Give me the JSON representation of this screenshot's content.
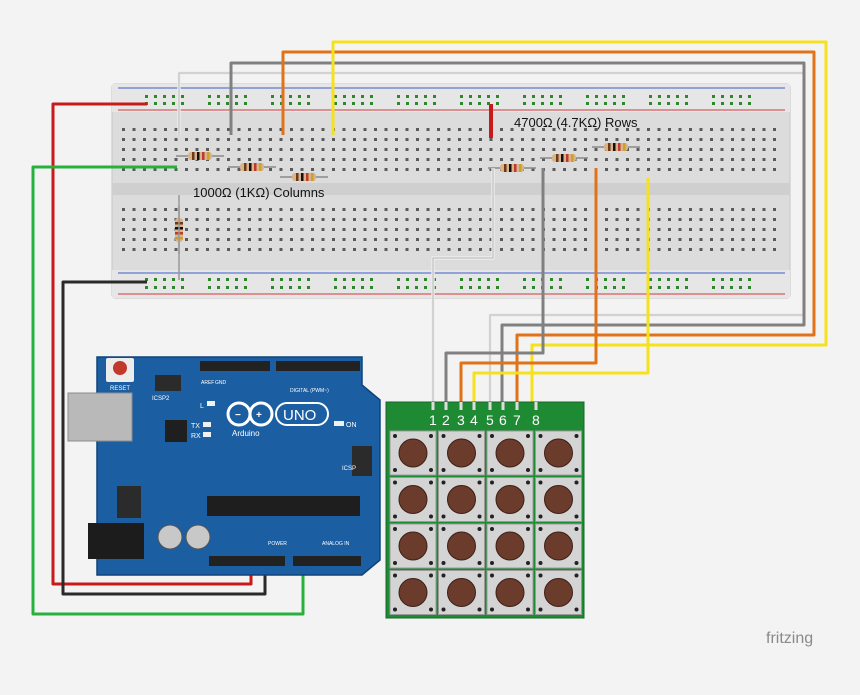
{
  "annotations": {
    "columns_label": "1000Ω (1KΩ) Columns",
    "rows_label": "4700Ω (4.7KΩ) Rows"
  },
  "arduino": {
    "reset_label": "RESET",
    "icsp2_label": "ICSP2",
    "brand_word": "Arduino",
    "model_word": "UNO",
    "on_label": "ON",
    "tx_label": "TX",
    "rx_label": "RX",
    "l_label": "L",
    "digital_label": "DIGITAL (PWM~)",
    "power_label": "POWER",
    "analog_label": "ANALOG IN",
    "icsp_label": "ICSP",
    "aref_label": "AREF",
    "gnd_label": "GND"
  },
  "keypad": {
    "pins": [
      "1",
      "2",
      "3",
      "4",
      "5",
      "6",
      "7",
      "8"
    ],
    "rows": 4,
    "cols": 4
  },
  "watermark": "fritzing",
  "colors": {
    "red_wire": "#c8191b",
    "green_wire": "#27b13c",
    "black_wire": "#2a2a2a",
    "white_wire": "#ededed",
    "gray_wire": "#808080",
    "orange_wire": "#e0731a",
    "yellow_wire": "#f5e21c",
    "board_blue": "#1b5ea2",
    "keypad_green": "#1e8a33"
  }
}
